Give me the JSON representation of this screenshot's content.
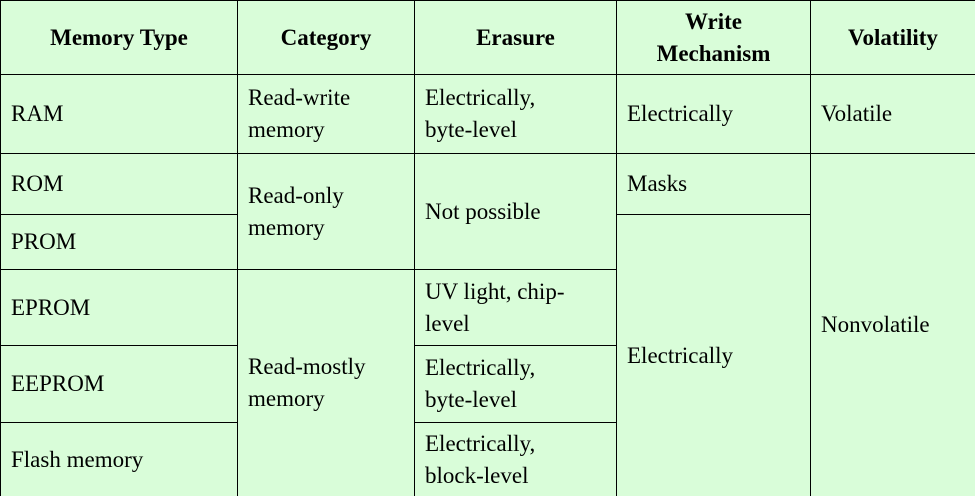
{
  "table": {
    "headers": {
      "memory_type": "Memory Type",
      "category": "Category",
      "erasure": "Erasure",
      "write_mechanism": "Write\nMechanism",
      "volatility": "Volatility"
    },
    "rows": [
      {
        "memory_type": "RAM",
        "category": "Read-write\nmemory",
        "erasure": "Electrically,\nbyte-level",
        "write_mechanism": "Electrically",
        "volatility": "Volatile"
      },
      {
        "memory_type": "ROM",
        "category": "Read-only\nmemory",
        "erasure": "Not possible",
        "write_mechanism": "Masks",
        "volatility": "Nonvolatile"
      },
      {
        "memory_type": "PROM",
        "write_mechanism": "Electrically"
      },
      {
        "memory_type": "EPROM",
        "category": "Read-mostly\nmemory",
        "erasure": "UV light, chip-\nlevel"
      },
      {
        "memory_type": "EEPROM",
        "erasure": "Electrically,\nbyte-level"
      },
      {
        "memory_type": "Flash memory",
        "erasure": "Electrically,\nblock-level"
      }
    ]
  },
  "colors": {
    "cell_background": "#d9fdd9",
    "border": "#000000",
    "text": "#000000"
  }
}
